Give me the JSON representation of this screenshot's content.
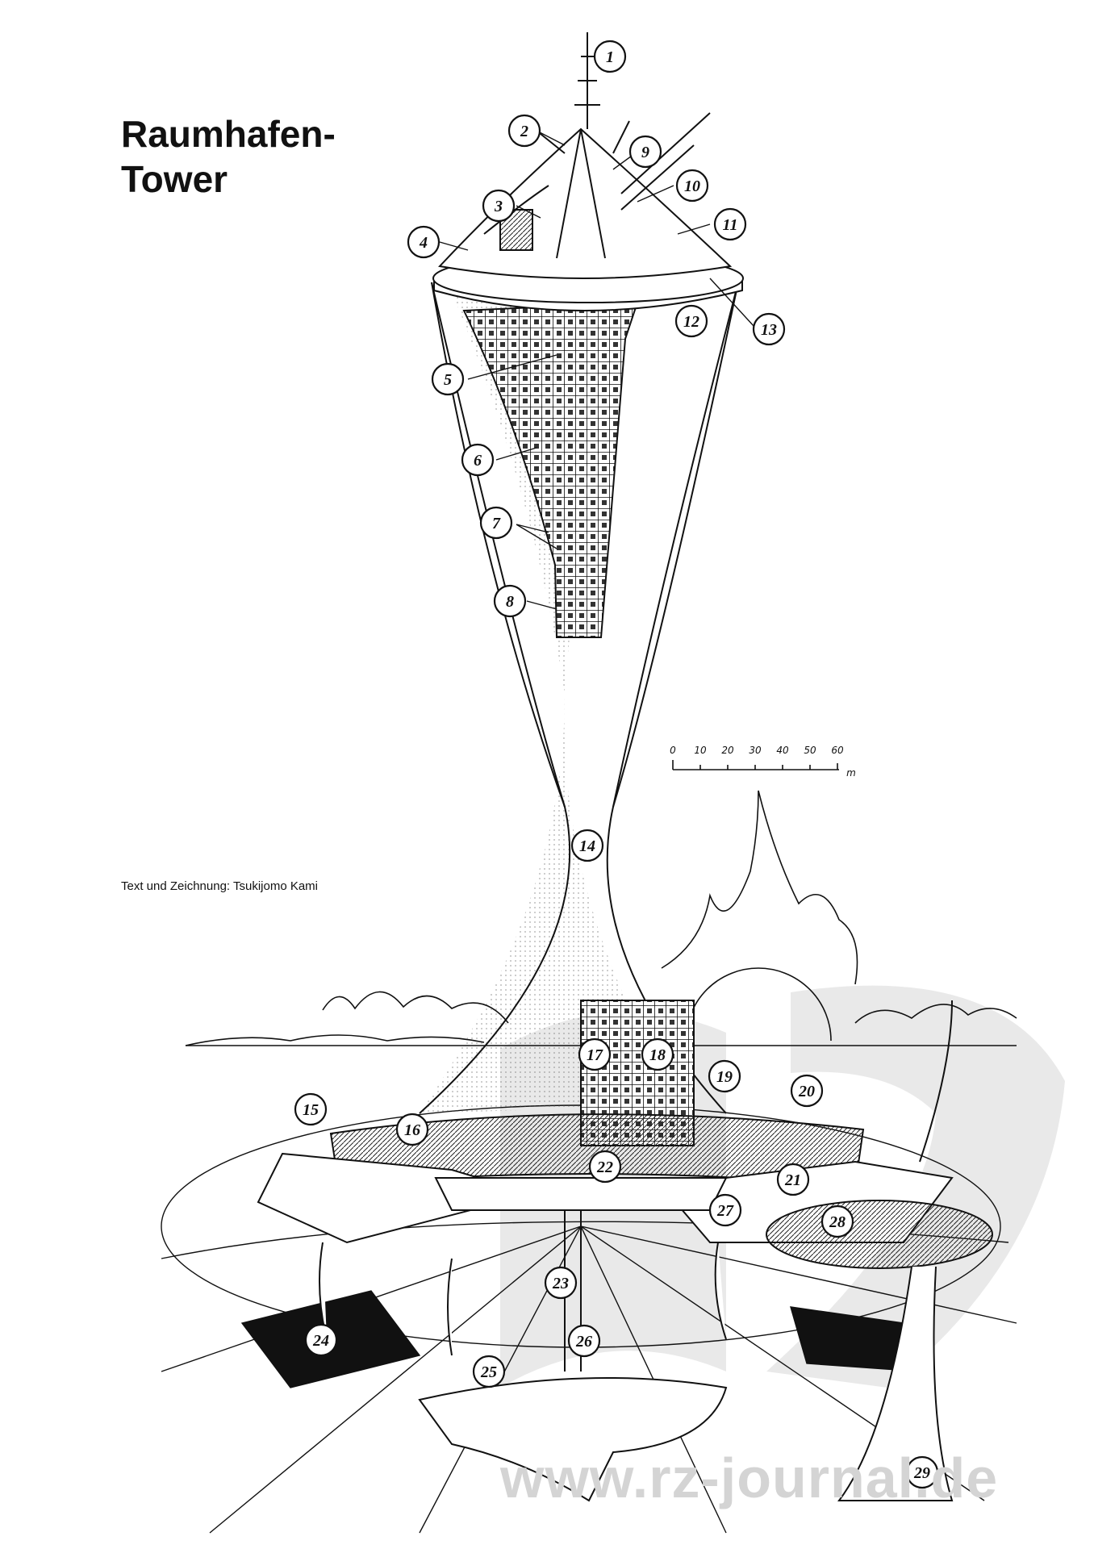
{
  "title": {
    "line1": "Raumhafen-",
    "line2": "Tower"
  },
  "credit": "Text und Zeichnung: Tsukijomo Kami",
  "watermark": "www.rz-journal.de",
  "scale_bar": {
    "ticks": [
      "0",
      "10",
      "20",
      "30",
      "40",
      "50",
      "60"
    ],
    "unit": "m"
  },
  "callouts": [
    "1",
    "2",
    "3",
    "4",
    "5",
    "6",
    "7",
    "8",
    "9",
    "10",
    "11",
    "12",
    "13",
    "14",
    "15",
    "16",
    "17",
    "18",
    "19",
    "20",
    "21",
    "22",
    "23",
    "24",
    "25",
    "26",
    "27",
    "28",
    "29"
  ]
}
